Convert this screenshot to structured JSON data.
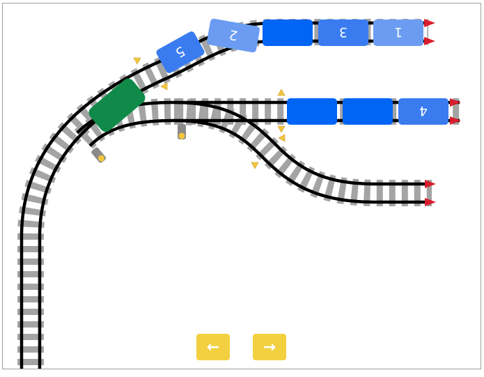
{
  "colors": {
    "background": "#ffffff",
    "frame": "#9e9e9e",
    "tie": "#a4a4a4",
    "rail": "#000000",
    "car_dark": "#0064f5",
    "car_mid": "#3a7cf0",
    "car_light": "#6b9cf2",
    "locomotive": "#108a48",
    "marker": "#f3c63b",
    "track_end": "#d81e2e",
    "signal_post": "#8a8a8a",
    "signal_light": "#f3c63b",
    "button": "#f3d03f"
  },
  "cars": [
    {
      "label": "1",
      "shade": "car_light"
    },
    {
      "label": "3",
      "shade": "car_mid"
    },
    {
      "label": "",
      "shade": "car_dark"
    },
    {
      "label": "2",
      "shade": "car_light"
    },
    {
      "label": "5",
      "shade": "car_mid"
    },
    {
      "label": "",
      "shade": "car_dark"
    },
    {
      "label": "",
      "shade": "car_dark"
    },
    {
      "label": "4",
      "shade": "car_mid"
    }
  ],
  "controls": {
    "left_icon": "left-arrow-icon",
    "left_glyph": "←",
    "right_icon": "right-arrow-icon",
    "right_glyph": "→"
  }
}
